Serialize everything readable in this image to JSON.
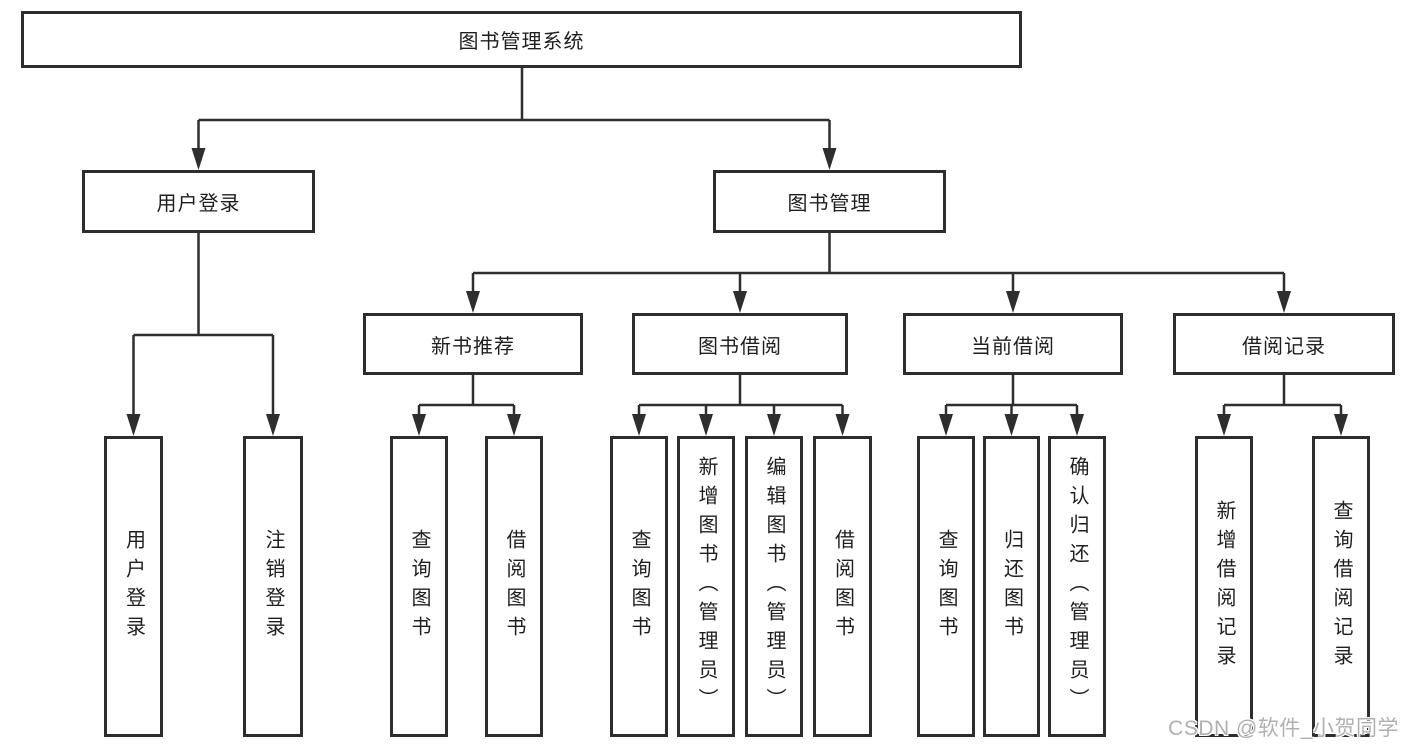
{
  "tree": {
    "label": "图书管理系统",
    "children": [
      {
        "label": "用户登录",
        "children": [
          {
            "label": "用户登录"
          },
          {
            "label": "注销登录"
          }
        ]
      },
      {
        "label": "图书管理",
        "children": [
          {
            "label": "新书推荐",
            "children": [
              {
                "label": "查询图书"
              },
              {
                "label": "借阅图书"
              }
            ]
          },
          {
            "label": "图书借阅",
            "children": [
              {
                "label": "查询图书"
              },
              {
                "label": "新增图书（管理员）"
              },
              {
                "label": "编辑图书（管理员）"
              },
              {
                "label": "借阅图书"
              }
            ]
          },
          {
            "label": "当前借阅",
            "children": [
              {
                "label": "查询图书"
              },
              {
                "label": "归还图书"
              },
              {
                "label": "确认归还（管理员）"
              }
            ]
          },
          {
            "label": "借阅记录",
            "children": [
              {
                "label": "新增借阅记录"
              },
              {
                "label": "查询借阅记录"
              }
            ]
          }
        ]
      }
    ]
  },
  "watermark": "CSDN @软件_小贺同学",
  "colors": {
    "line": "#2e2e2e",
    "box_border": "#2d2d2d",
    "text": "#1f1f1f",
    "watermark": "#b0b0b0",
    "background": "#ffffff"
  }
}
